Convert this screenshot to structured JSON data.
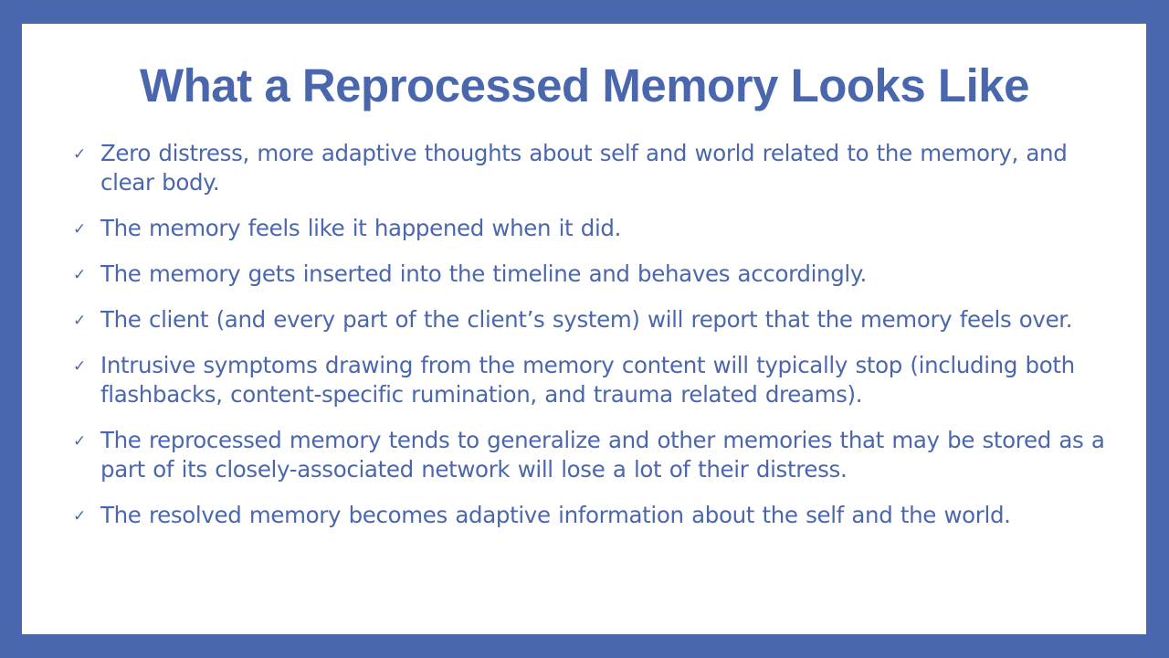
{
  "slide": {
    "title": "What a Reprocessed Memory Looks Like",
    "colors": {
      "frame": "#4a67ae",
      "panel": "#ffffff",
      "text": "#4a67ae"
    },
    "bullet_icon": "check-icon",
    "bullet_glyph": "✓",
    "bullets": [
      {
        "text": "Zero distress, more adaptive thoughts about self and world related to the memory, and clear body."
      },
      {
        "text": "The memory feels like it happened when it did."
      },
      {
        "text": "The memory gets inserted into the timeline and behaves accordingly."
      },
      {
        "text": "The client (and every part of the client’s system) will report that the memory feels over."
      },
      {
        "text": "Intrusive symptoms drawing from the memory content will typically stop (including both flashbacks, content-specific rumination, and trauma related dreams)."
      },
      {
        "text": "The reprocessed memory tends to generalize and other memories that may be stored as a part of its closely-associated network will lose a lot of their distress."
      },
      {
        "text": "The resolved memory becomes adaptive information about the self and the world."
      }
    ]
  }
}
